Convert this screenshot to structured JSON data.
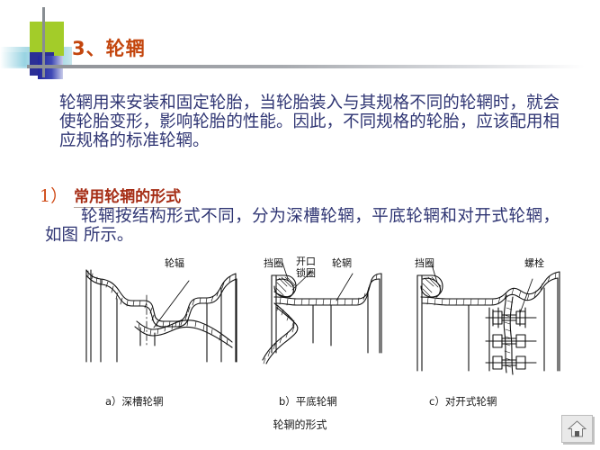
{
  "slide": {
    "title": "3、轮辋",
    "title_color": "#c3450d",
    "rule_color": "#8d9095",
    "body_color": "#2f3573",
    "decoration": {
      "green_square": "#a3cc29",
      "blue_square": "#2b2f96",
      "teal_band": "#76c4d8",
      "vertical_line": "#888d92"
    }
  },
  "body": {
    "paragraph_1": "轮辋用来安装和固定轮胎，当轮胎装入与其规格不同的轮辋时，就会使轮胎变形，影响轮胎的性能。因此，不同规格的轮胎，应该配用相应规格的标准轮辋。",
    "paragraph_2": "轮辋按结构形式不同，分为深槽轮辋，平底轮辋和对开式轮辋，如图 所示。"
  },
  "section": {
    "number": "1）",
    "heading": "常用轮辋的形式",
    "number_color": "#cf4b17",
    "heading_color": "#a52c14"
  },
  "figure": {
    "title": "轮辋的形式",
    "captions": {
      "a": "a）深槽轮辋",
      "b": "b）平底轮辋",
      "c": "c）对开式轮辋"
    },
    "labels": {
      "a_spoke": "轮辐",
      "b_ring": "挡圈",
      "b_open": "开口",
      "b_lock": "锁圈",
      "b_rim": "轮辋",
      "c_ring": "挡圈",
      "c_bolt": "螺栓"
    }
  },
  "controls": {
    "home_button": "home-icon"
  }
}
